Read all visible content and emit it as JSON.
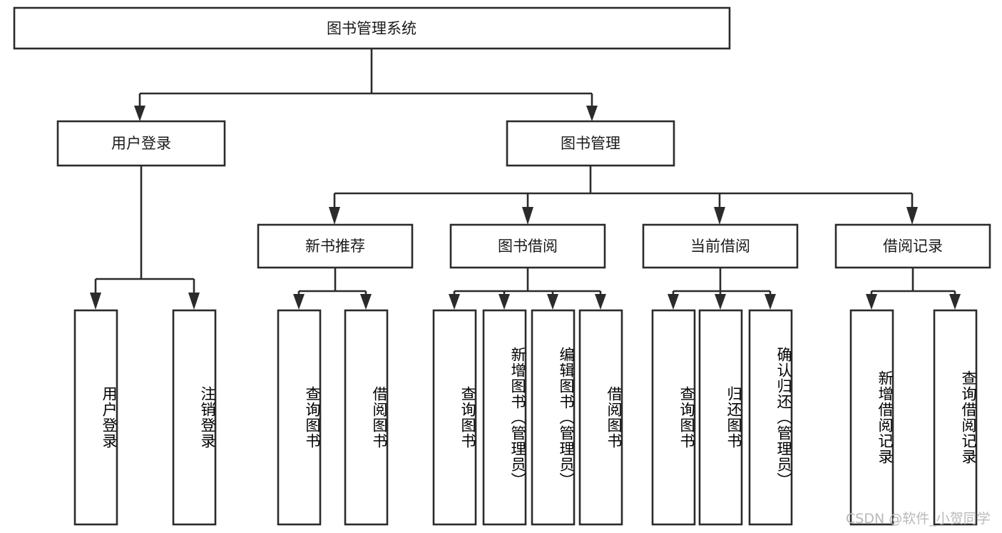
{
  "diagram": {
    "title": "图书管理系统",
    "type": "tree",
    "watermark": "CSDN @软件_小贺同学",
    "colors": {
      "stroke": "#2b2b2b",
      "fill": "#ffffff",
      "text": "#1a1a1a",
      "watermark": "#b9b9b9"
    },
    "levels": {
      "root": {
        "label": "图书管理系统"
      },
      "level2": [
        {
          "id": "user-login",
          "label": "用户登录"
        },
        {
          "id": "book-management",
          "label": "图书管理"
        }
      ],
      "level3": [
        {
          "id": "new-book-recommend",
          "label": "新书推荐"
        },
        {
          "id": "book-borrow",
          "label": "图书借阅"
        },
        {
          "id": "current-borrow",
          "label": "当前借阅"
        },
        {
          "id": "borrow-record",
          "label": "借阅记录"
        }
      ],
      "leaves": {
        "user-login": [
          {
            "id": "leaf-user-login",
            "label": "用户登录"
          },
          {
            "id": "leaf-logout-login",
            "label": "注销登录"
          }
        ],
        "new-book-recommend": [
          {
            "id": "leaf-query-book-1",
            "label": "查询图书"
          },
          {
            "id": "leaf-borrow-book-1",
            "label": "借阅图书"
          }
        ],
        "book-borrow": [
          {
            "id": "leaf-query-book-2",
            "label": "查询图书"
          },
          {
            "id": "leaf-add-book",
            "label": "新增图书（管理员）"
          },
          {
            "id": "leaf-edit-book",
            "label": "编辑图书（管理员）"
          },
          {
            "id": "leaf-borrow-book-2",
            "label": "借阅图书"
          }
        ],
        "current-borrow": [
          {
            "id": "leaf-query-book-3",
            "label": "查询图书"
          },
          {
            "id": "leaf-return-book",
            "label": "归还图书"
          },
          {
            "id": "leaf-confirm-return",
            "label": "确认归还（管理员）"
          }
        ],
        "borrow-record": [
          {
            "id": "leaf-add-record",
            "label": "新增借阅记录"
          },
          {
            "id": "leaf-query-record",
            "label": "查询借阅记录"
          }
        ]
      }
    }
  }
}
